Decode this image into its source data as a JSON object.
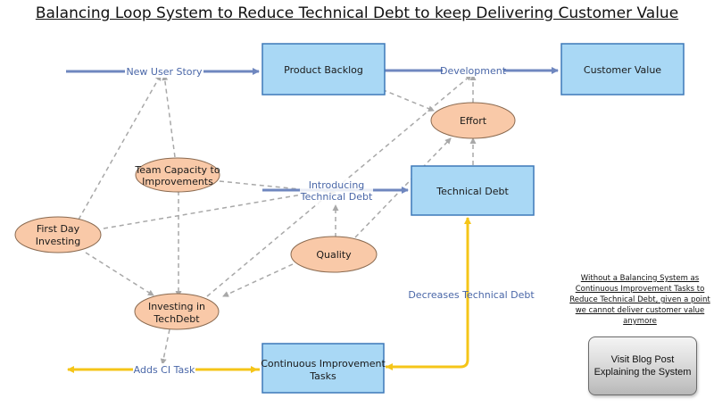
{
  "title": "Balancing Loop System to Reduce Technical Debt to keep Delivering Customer Value",
  "boxes": {
    "product_backlog": "Product Backlog",
    "customer_value": "Customer Value",
    "technical_debt": "Technical Debt",
    "ci_tasks": [
      "Continuous Improvement",
      "Tasks"
    ]
  },
  "variables": {
    "effort": "Effort",
    "team_capacity": [
      "Team Capacity to",
      "Improvements"
    ],
    "first_day": [
      "First Day",
      "Investing"
    ],
    "quality": "Quality",
    "investing": [
      "Investing in",
      "TechDebt"
    ]
  },
  "flows": {
    "new_user_story": "New User Story",
    "development": "Development",
    "introducing": [
      "Introducing",
      "Technical Debt"
    ],
    "decreases": "Decreases Technical Debt",
    "adds_ci_task": "Adds CI Task"
  },
  "note": "Without a Balancing System as Continuous Improvement Tasks to Reduce Technical Debt, given a point we cannot deliver customer value anymore",
  "blog_button": [
    "Visit Blog Post",
    "Explaining the System"
  ],
  "colors": {
    "box_fill": "#a9d8f5",
    "variable_fill": "#f9c9a8",
    "flow_blue": "#6f87bf",
    "flow_yellow": "#f5c518",
    "dashed_gray": "#a8a8a8"
  }
}
